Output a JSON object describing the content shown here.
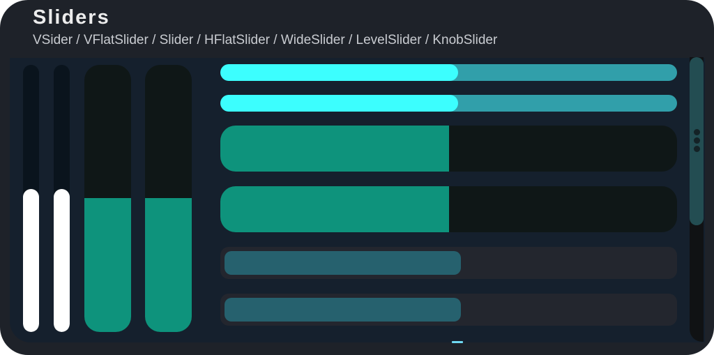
{
  "header": {
    "title": "Sliders",
    "subtitle": "VSider / VFlatSlider / Slider / HFlatSlider / WideSlider / LevelSlider / KnobSlider"
  },
  "colors": {
    "window_bg": "#1e2229",
    "content_bg": "#15202d",
    "vslider_fill": "#ffffff",
    "vslider_track": "#0a141d",
    "flat_fill": "#0e937c",
    "flat_track": "#0f1717",
    "hslider_fill": "#3cfefe",
    "hslider_track": "#319faa",
    "level_fill": "#26616e",
    "level_track": "#23262e",
    "scroll_thumb": "#234d52"
  },
  "vsliders": [
    {
      "name": "vslider-1",
      "value_percent": 54
    },
    {
      "name": "vslider-2",
      "value_percent": 54
    }
  ],
  "vflat_sliders": [
    {
      "name": "vflat-slider-1",
      "value_percent": 50
    },
    {
      "name": "vflat-slider-2",
      "value_percent": 50
    }
  ],
  "hsliders": [
    {
      "name": "slider-1",
      "value_percent": 52
    },
    {
      "name": "hflat-slider-1",
      "value_percent": 52
    }
  ],
  "wide_sliders": [
    {
      "name": "wide-slider-1",
      "value_percent": 50
    },
    {
      "name": "wide-slider-2",
      "value_percent": 50
    }
  ],
  "level_sliders": [
    {
      "name": "level-slider-1",
      "value_percent": 52
    },
    {
      "name": "level-slider-2",
      "value_percent": 52
    }
  ],
  "scrollbar": {
    "thumb_icon": "grip-dots-icon"
  }
}
